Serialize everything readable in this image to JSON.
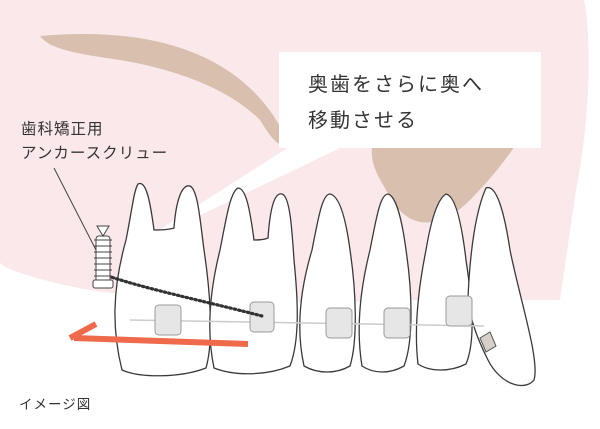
{
  "callout": {
    "line1": "奥歯をさらに奥へ",
    "line2": "移動させる"
  },
  "screw_label": {
    "line1": "歯科矯正用",
    "line2": "アンカースクリュー"
  },
  "caption": "イメージ図",
  "colors": {
    "gum": "#fbe8ea",
    "bone": "#d8bfae",
    "tooth_outline": "#3a3a3a",
    "arrow": "#ef6a4a",
    "elastic_chain": "#333333",
    "bracket": "#e6e6e6"
  },
  "icons": [
    "anchor-screw-icon",
    "bracket-icon",
    "elastic-chain-icon",
    "arrow-left-icon"
  ]
}
